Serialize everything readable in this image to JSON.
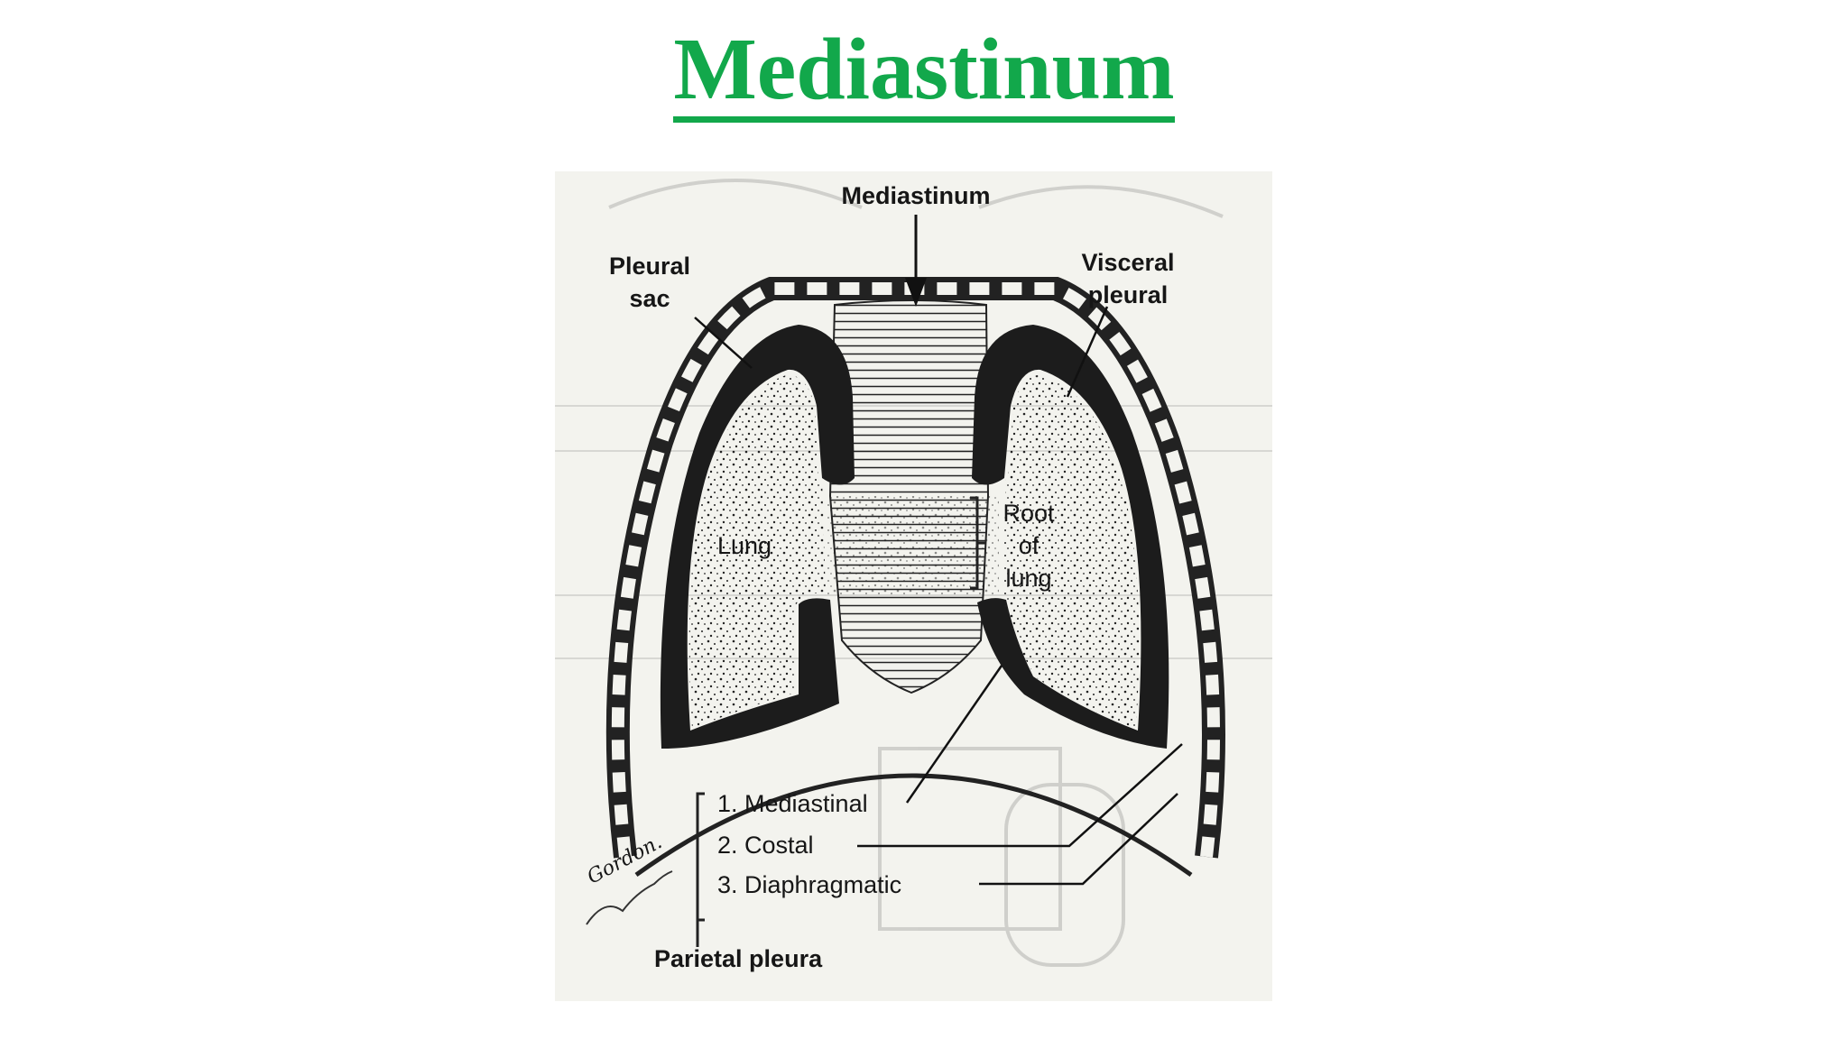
{
  "slide": {
    "title": "Mediastinum"
  },
  "diagram": {
    "labels": {
      "mediastinum": "Mediastinum",
      "pleural_sac_1": "Pleural",
      "pleural_sac_2": "sac",
      "visceral_1": "Visceral",
      "visceral_2": "pleural",
      "lung": "Lung",
      "root_1": "Root",
      "root_2": "of",
      "root_3": "lung",
      "mediastinal": "1. Mediastinal",
      "costal": "2. Costal",
      "diaphragmatic": "3. Diaphragmatic",
      "parietal": "Parietal pleura",
      "signature": "Gordon."
    }
  }
}
